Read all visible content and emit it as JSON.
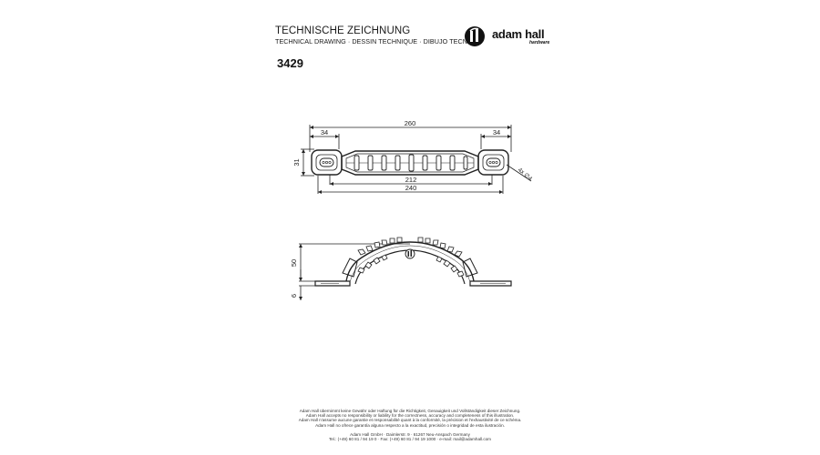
{
  "header": {
    "title": "TECHNISCHE ZEICHNUNG",
    "subtitle": "TECHNICAL DRAWING · DESSIN TECHNIQUE · DIBUJO TECNICO",
    "part_number": "3429"
  },
  "logo": {
    "name": "adam hall",
    "tagline": "hardware"
  },
  "top_view": {
    "dim_overall": "260",
    "dim_left_end": "34",
    "dim_right_end": "34",
    "dim_height": "31",
    "dim_hole_spacing": "212",
    "dim_body": "240",
    "dim_hole": "4x ∅4"
  },
  "side_view": {
    "dim_height": "50",
    "dim_thickness": "6"
  },
  "footer": {
    "disclaimer_lines": [
      "Adam Hall übernimmt keine Gewähr oder Haftung für die Richtigkeit, Genauigkeit und Vollständigkeit dieser Zeichnung.",
      "Adam Hall accepts no responsibility or liability for the correctness, accuracy and completeness of this illustration.",
      "Adam Hall n'assume aucune garantie et responsabilité quant à la conformité, la précision et l'exhaustivité de ce schéma.",
      "Adam Hall no ofrece garantía alguna respecto a la exactitud, precisión o integridad de esta ilustración."
    ],
    "company": "Adam Hall GmbH · Daimlerstr. 9 · 61267 Neu-Anspach Germany",
    "contact": "Tel.: (+49) 60 81 / 94 19 0 · Fax: (+49) 60 81 / 94 19 1000 · e-mail: mail@adamhall.com"
  }
}
